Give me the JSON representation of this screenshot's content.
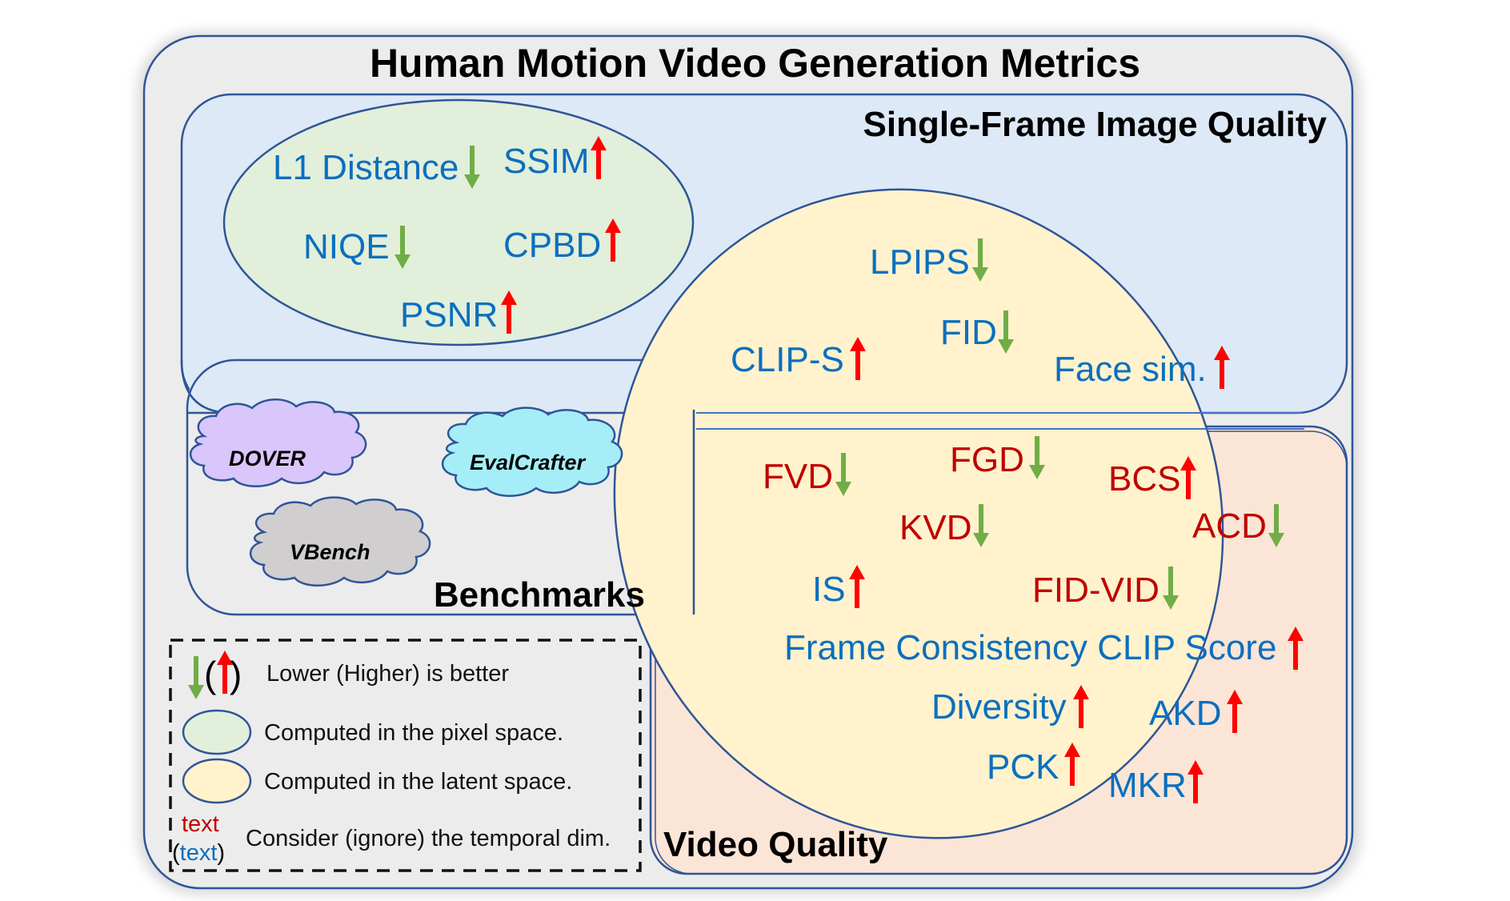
{
  "title": "Human Motion Video Generation Metrics",
  "colors": {
    "outer_bg": "#ececec",
    "border": "#2f5597",
    "single_frame_bg": "#dde9f6",
    "pixel_ellipse_bg": "#e2efda",
    "latent_ellipse_bg": "#fff2cc",
    "video_quality_bg": "#fbe5d6",
    "temporal_text": "#c00000",
    "non_temporal_text": "#0b6fbf",
    "lower_better_arrow": "#70ad47",
    "higher_better_arrow": "#ff0000",
    "dover_cloud": "#d9c6fb",
    "evalcrafter_cloud": "#a5eef8",
    "vbench_cloud": "#d0cece"
  },
  "sections": {
    "single_frame": "Single-Frame Image Quality",
    "benchmarks": "Benchmarks",
    "video_quality": "Video Quality"
  },
  "pixel_space_metrics": [
    {
      "name": "L1 Distance",
      "direction": "lower",
      "temporal": false
    },
    {
      "name": "SSIM",
      "direction": "higher",
      "temporal": false
    },
    {
      "name": "NIQE",
      "direction": "lower",
      "temporal": false
    },
    {
      "name": "CPBD",
      "direction": "higher",
      "temporal": false
    },
    {
      "name": "PSNR",
      "direction": "higher",
      "temporal": false
    }
  ],
  "latent_space_metrics": [
    {
      "name": "LPIPS",
      "direction": "lower",
      "temporal": false
    },
    {
      "name": "FID",
      "direction": "lower",
      "temporal": false
    },
    {
      "name": "CLIP-S",
      "direction": "higher",
      "temporal": false
    },
    {
      "name": "Face sim.",
      "direction": "higher",
      "temporal": false
    },
    {
      "name": "FVD",
      "direction": "lower",
      "temporal": true
    },
    {
      "name": "FGD",
      "direction": "lower",
      "temporal": true
    },
    {
      "name": "BCS",
      "direction": "higher",
      "temporal": true
    },
    {
      "name": "KVD",
      "direction": "lower",
      "temporal": true
    },
    {
      "name": "ACD",
      "direction": "lower",
      "temporal": true
    },
    {
      "name": "IS",
      "direction": "higher",
      "temporal": false
    },
    {
      "name": "FID-VID",
      "direction": "lower",
      "temporal": true
    },
    {
      "name": "Frame Consistency CLIP Score",
      "direction": "higher",
      "temporal": false
    },
    {
      "name": "Diversity",
      "direction": "higher",
      "temporal": false
    },
    {
      "name": "AKD",
      "direction": "higher",
      "temporal": false
    },
    {
      "name": "PCK",
      "direction": "higher",
      "temporal": false
    },
    {
      "name": "MKR",
      "direction": "higher",
      "temporal": false
    }
  ],
  "benchmarks": [
    "DOVER",
    "EvalCrafter",
    "VBench"
  ],
  "legend": {
    "arrows": "Lower (Higher) is better",
    "pixel": "Computed in the pixel space.",
    "latent": "Computed in the latent space.",
    "temporal_sample_red": "text",
    "temporal_sample_blue": "text",
    "temporal": "Consider (ignore) the temporal dim."
  }
}
